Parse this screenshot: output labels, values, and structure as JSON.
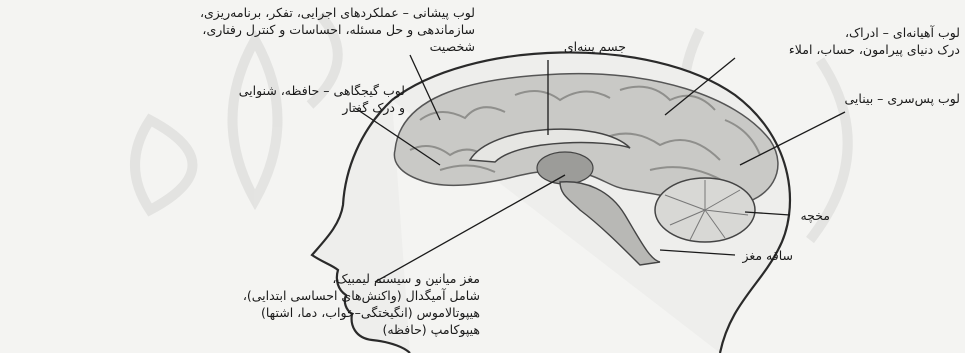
{
  "labels": {
    "frontal": [
      "لوب پیشانی – عملکردهای اجرایی، تفکر، برنامه‌ریزی،",
      "سازماندهی و حل مسئله، احساسات و کنترل رفتاری،",
      "شخصیت"
    ],
    "corpus_callosum": [
      "جسم پینه‌ای"
    ],
    "parietal": [
      "لوب آهیانه‌ای – ادراک،",
      "درک دنیای پیرامون، حساب، املاء"
    ],
    "temporal": [
      "لوب گیجگاهی – حافظه، شنوایی",
      "و درک گفتار"
    ],
    "occipital": [
      "لوب پس‌سری – بینایی"
    ],
    "cerebellum": [
      "مخچه"
    ],
    "brainstem": [
      "ساقه مغز"
    ],
    "limbic": [
      "مغز میانین و سیستم لیمبیک،",
      "شامل آمیگدال (واکنش‌های احساسی ابتدایی)،",
      "هیپوتالاموس (انگیختگی–خواب، دما، اشتها)",
      "هیپوکامپ (حافظه)"
    ]
  },
  "colors": {
    "background": "#f4f4f2",
    "brain": "#c9c9c6",
    "gyri": "#8f8f8c",
    "head_outline": "#2a2a2a",
    "watermark": "#e2e2e0",
    "leader": "#1a1a1a"
  }
}
